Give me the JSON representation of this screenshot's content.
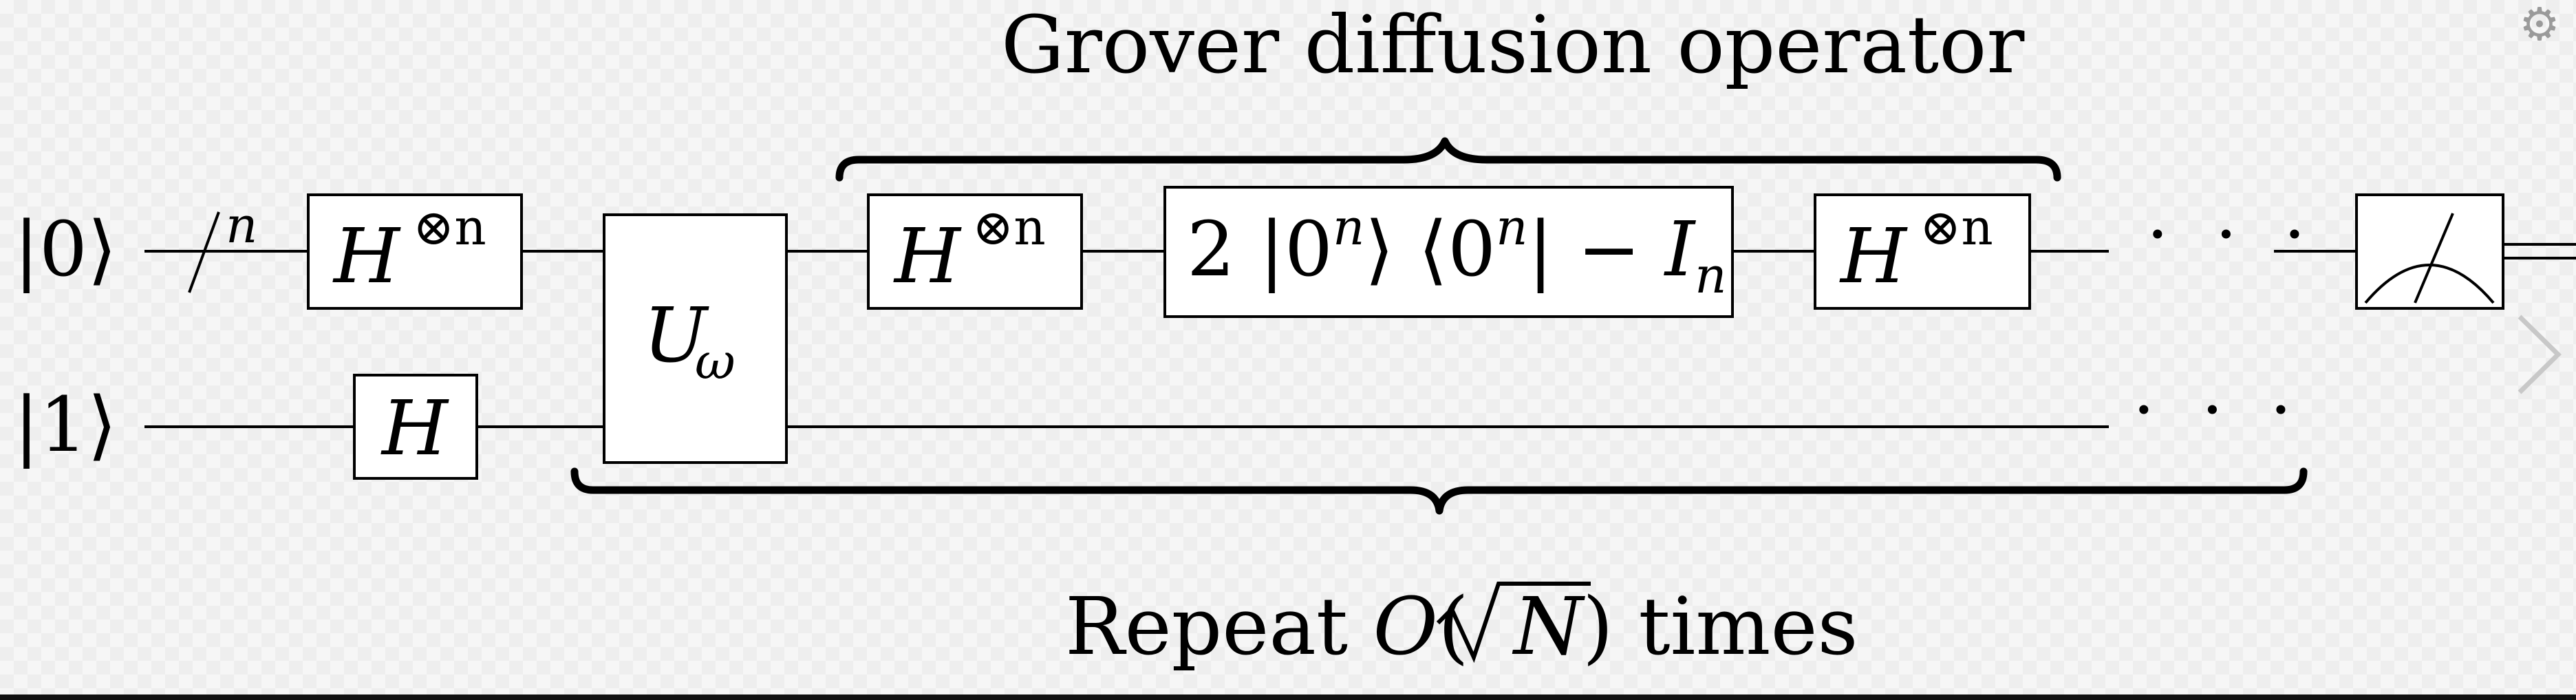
{
  "inputs": {
    "top_ket": "|0⟩",
    "bottom_ket": "|1⟩"
  },
  "register_marker": {
    "superscript": "n"
  },
  "gates": {
    "h_n_first": {
      "base": "H",
      "sup": "⊗n"
    },
    "h_single": {
      "base": "H"
    },
    "oracle": {
      "base": "U",
      "sub": "ω"
    },
    "h_n_second": {
      "base": "H",
      "sup": "⊗n"
    },
    "reflection": {
      "prefix": "2 |0",
      "sup1": "n",
      "mid": "⟩ ⟨0",
      "sup2": "n",
      "suffix": "| − ",
      "i_base": "I",
      "i_sub": "n"
    },
    "h_n_third": {
      "base": "H",
      "sup": "⊗n"
    }
  },
  "dots": {
    "top": "· · ·",
    "bottom": "· · ·"
  },
  "labels": {
    "diffusion_title": "Grover diffusion operator",
    "repeat_prefix": "Repeat ",
    "repeat_o": "O",
    "repeat_open": "(",
    "repeat_n": "N",
    "repeat_close": ") times"
  },
  "icons": {
    "settings": "gear-icon",
    "next": "chevron-right-icon",
    "measure": "measurement-meter-icon"
  }
}
